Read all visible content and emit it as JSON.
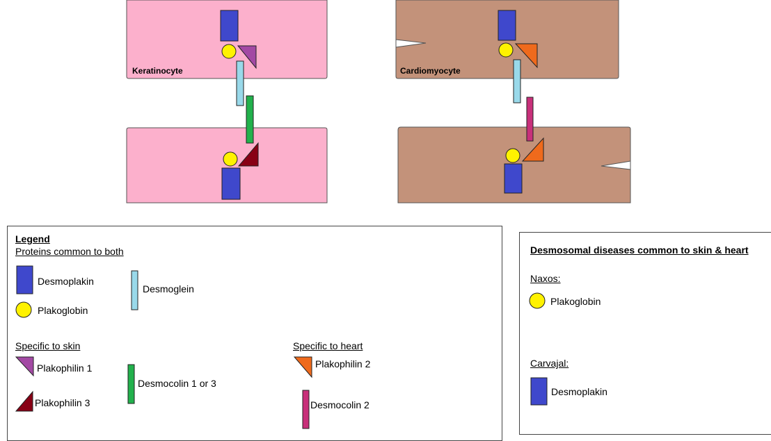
{
  "cells": {
    "keratinocyte": {
      "label": "Keratinocyte",
      "color": "#fcb0cc"
    },
    "cardiomyocyte": {
      "label": "Cardiomyocyte",
      "color": "#c3927a"
    }
  },
  "colors": {
    "desmoplakin": "#3f48cc",
    "plakoglobin": "#fff200",
    "desmoglein": "#99d9ea",
    "plakophilin1": "#a349a4",
    "plakophilin3": "#880015",
    "desmocolin13": "#22b14c",
    "plakophilin2": "#ef6a1c",
    "desmocolin2": "#c8307a"
  },
  "legend": {
    "title": "Legend",
    "common_heading": "Proteins common to both",
    "desmoplakin": "Desmoplakin",
    "plakoglobin": "Plakoglobin",
    "desmoglein": "Desmoglein",
    "skin_heading": "Specific to skin",
    "plakophilin1": "Plakophilin 1",
    "plakophilin3": "Plakophilin 3",
    "desmocolin13": "Desmocolin 1 or 3",
    "heart_heading": "Specific to heart",
    "plakophilin2": "Plakophilin 2",
    "desmocolin2": "Desmocolin 2"
  },
  "diseases": {
    "title": "Desmosomal diseases common to skin & heart",
    "naxos_label": "Naxos:",
    "naxos_protein": "Plakoglobin",
    "carvajal_label": "Carvajal:",
    "carvajal_protein": "Desmoplakin"
  }
}
